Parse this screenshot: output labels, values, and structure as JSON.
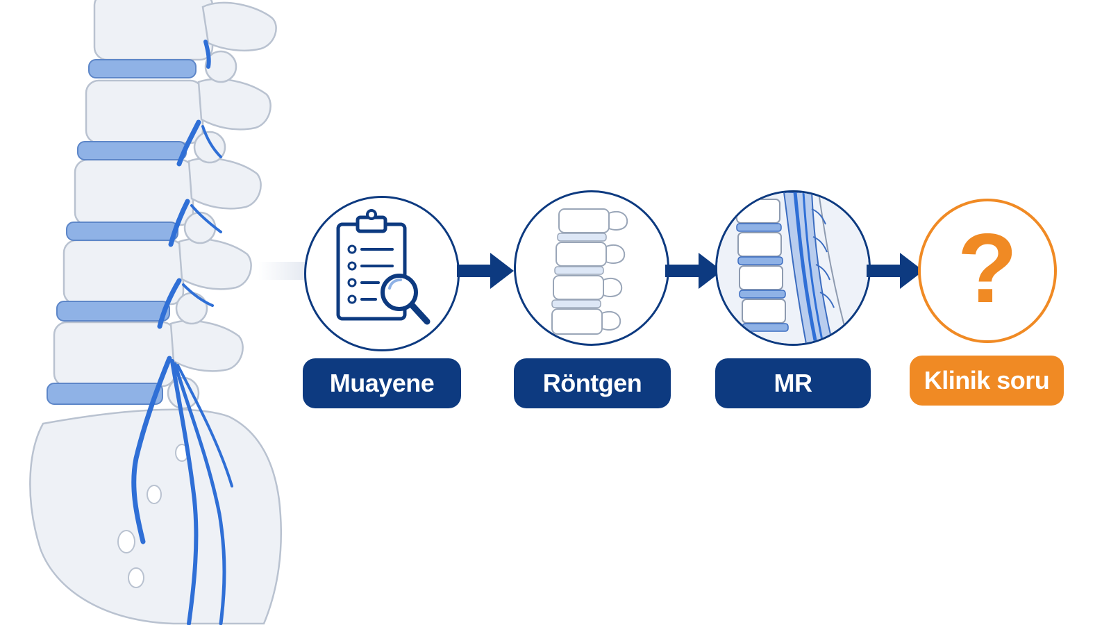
{
  "colors": {
    "navy": "#0d3a80",
    "orange": "#f08a24",
    "nerve_blue": "#2f6fd6",
    "disc_blue": "#8fb2e6",
    "bone": "#eef1f6",
    "bone_outline": "#b9c2d0"
  },
  "steps": [
    {
      "label": "Muayene",
      "icon": "clipboard-magnifier-icon"
    },
    {
      "label": "Röntgen",
      "icon": "xray-spine-icon"
    },
    {
      "label": "MR",
      "icon": "mri-spine-icon"
    },
    {
      "label": "Klinik soru",
      "icon": "question-mark-icon",
      "symbol": "?"
    }
  ]
}
